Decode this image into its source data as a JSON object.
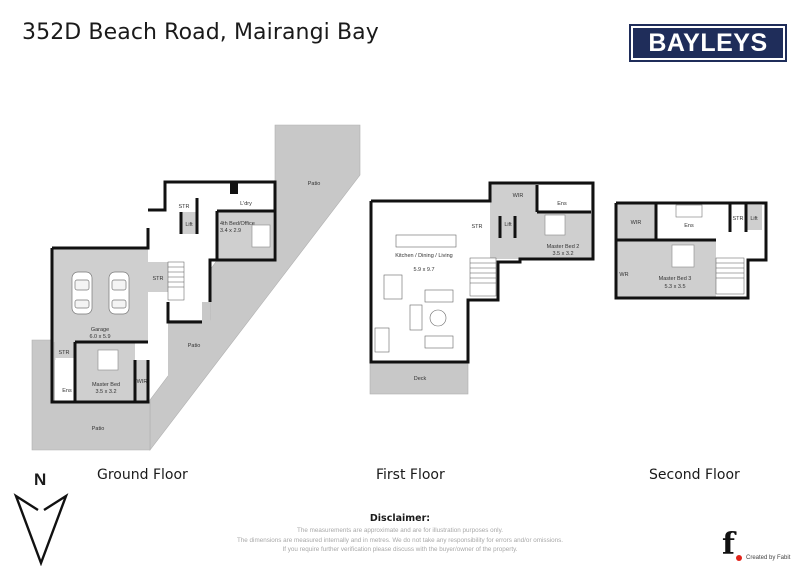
{
  "header": {
    "title": "352D Beach Road, Mairangi Bay",
    "brand_logo": "BAYLEYS",
    "brand_color": "#1f2d5a"
  },
  "floors": [
    {
      "label": "Ground Floor",
      "rooms": [
        {
          "name": "Garage",
          "dims": "6.0 x 5.9"
        },
        {
          "name": "4th Bed/Office",
          "dims": "3.4 x 2.9"
        },
        {
          "name": "Master Bed",
          "dims": "3.5 x 3.2"
        },
        {
          "name": "L'dry",
          "dims": ""
        },
        {
          "name": "STR",
          "dims": ""
        },
        {
          "name": "STR",
          "dims": ""
        },
        {
          "name": "STR",
          "dims": ""
        },
        {
          "name": "Lift",
          "dims": ""
        },
        {
          "name": "Ens",
          "dims": ""
        },
        {
          "name": "WIR",
          "dims": ""
        },
        {
          "name": "Patio",
          "dims": ""
        },
        {
          "name": "Patio",
          "dims": ""
        },
        {
          "name": "Patio",
          "dims": ""
        }
      ]
    },
    {
      "label": "First Floor",
      "rooms": [
        {
          "name": "Kitchen / Dining / Living",
          "dims": "5.9 x 9.7"
        },
        {
          "name": "Master Bed 2",
          "dims": "3.5 x 3.2"
        },
        {
          "name": "WIR",
          "dims": ""
        },
        {
          "name": "Ens",
          "dims": ""
        },
        {
          "name": "STR",
          "dims": ""
        },
        {
          "name": "Lift",
          "dims": ""
        },
        {
          "name": "Deck",
          "dims": ""
        }
      ]
    },
    {
      "label": "Second Floor",
      "rooms": [
        {
          "name": "Master Bed 3",
          "dims": "5.3 x 3.5"
        },
        {
          "name": "WIR",
          "dims": ""
        },
        {
          "name": "Ens",
          "dims": ""
        },
        {
          "name": "STR",
          "dims": ""
        },
        {
          "name": "Lift",
          "dims": ""
        },
        {
          "name": "WR",
          "dims": ""
        }
      ]
    }
  ],
  "compass": {
    "label": "N",
    "icon": "north-arrow-icon"
  },
  "disclaimer": {
    "heading": "Disclaimer:",
    "lines": [
      "The measurements are approximate and are for illustration purposes only.",
      "The dimensions are measured internally and in metres. We do not take any responsibility for errors and/or omissions.",
      "If you require further verification please discuss with the buyer/owner of the property."
    ]
  },
  "credit": {
    "logo_letter": "f",
    "text": "Created by Fabit",
    "accent_color": "#e2231a"
  },
  "colors": {
    "wall": "#111111",
    "room_fill_grey": "#cfcfcf",
    "outdoor_fill": "#c8c8c8",
    "floor_white": "#ffffff"
  }
}
